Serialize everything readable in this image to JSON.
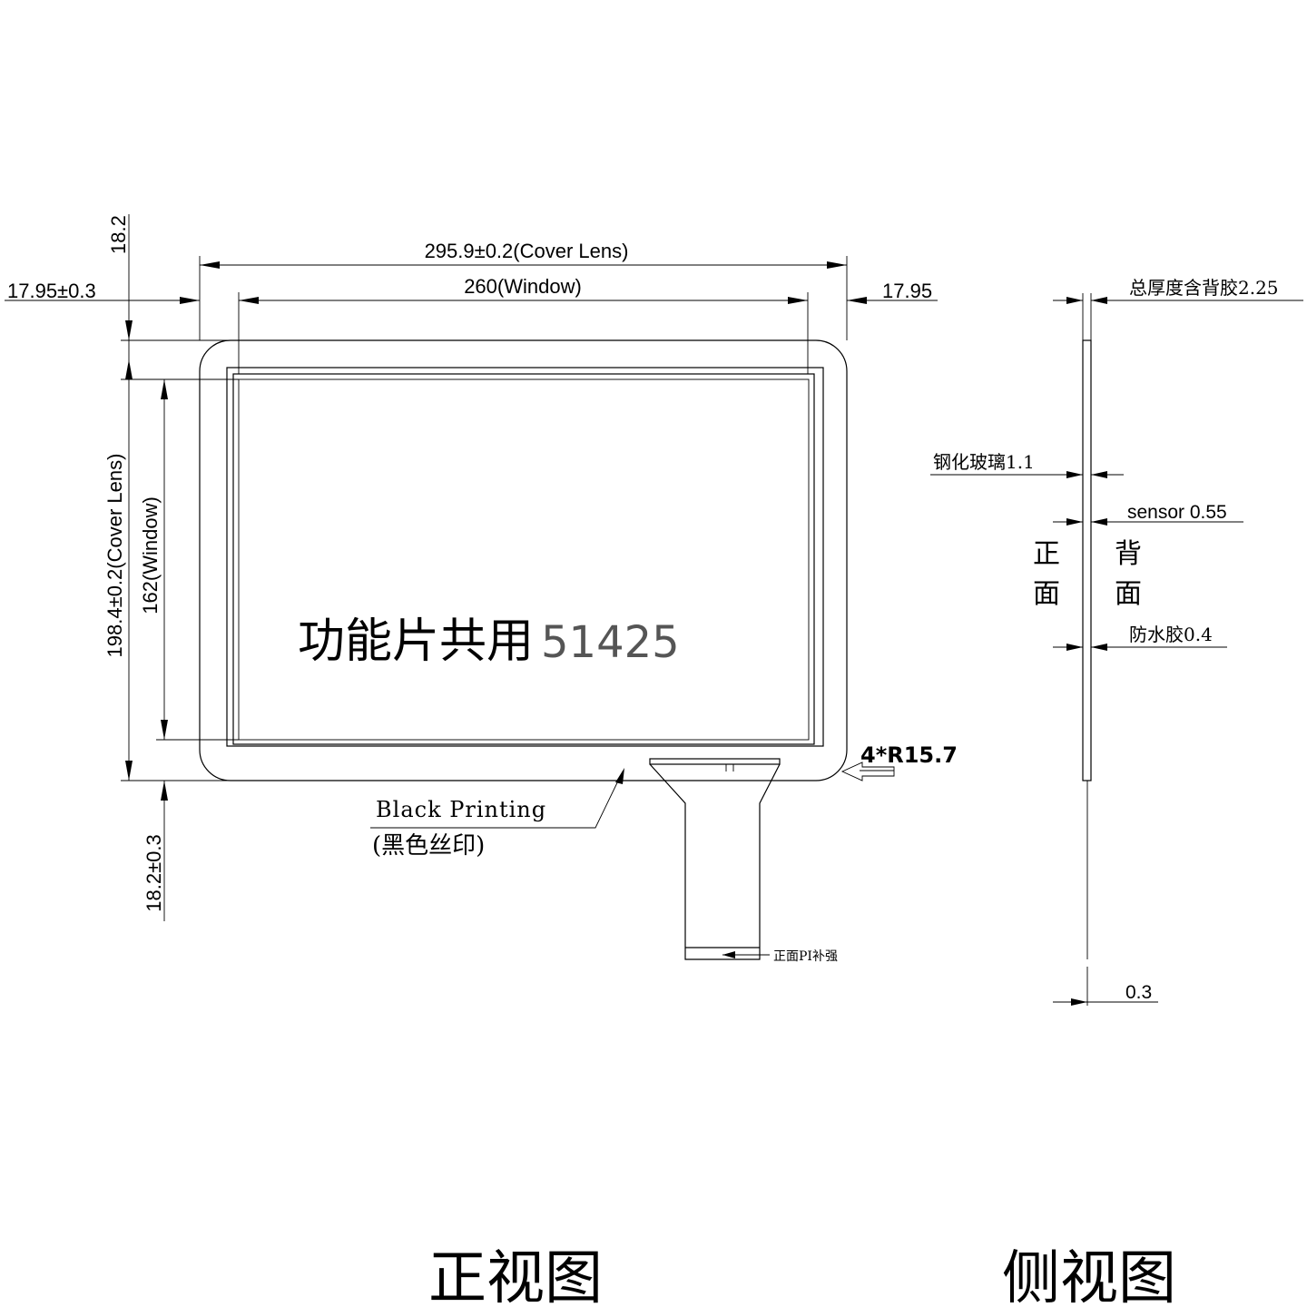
{
  "front_view": {
    "width_cover_lens": "295.9±0.2(Cover Lens)",
    "width_window": "260(Window)",
    "left_margin": "17.95±0.3",
    "right_margin": "17.95",
    "top_margin": "18.2",
    "height_cover_lens": "198.4±0.2(Cover Lens)",
    "height_window": "162(Window)",
    "bottom_margin": "18.2±0.3",
    "stamp_text": "功能片共用",
    "stamp_number": "51425",
    "corner_radius": "4*R15.7",
    "black_printing_en": "Black Printing",
    "black_printing_cn": "(黑色丝印)",
    "fpc_note": "正面PI补强",
    "caption": "正视图"
  },
  "side_view": {
    "total_thickness": "总厚度含背胶2.25",
    "tempered_glass": "钢化玻璃1.1",
    "sensor": "sensor 0.55",
    "front_label_1": "正",
    "front_label_2": "面",
    "back_label_1": "背",
    "back_label_2": "面",
    "waterproof_glue": "防水胶0.4",
    "fpc_thickness": "0.3",
    "caption": "侧视图"
  }
}
